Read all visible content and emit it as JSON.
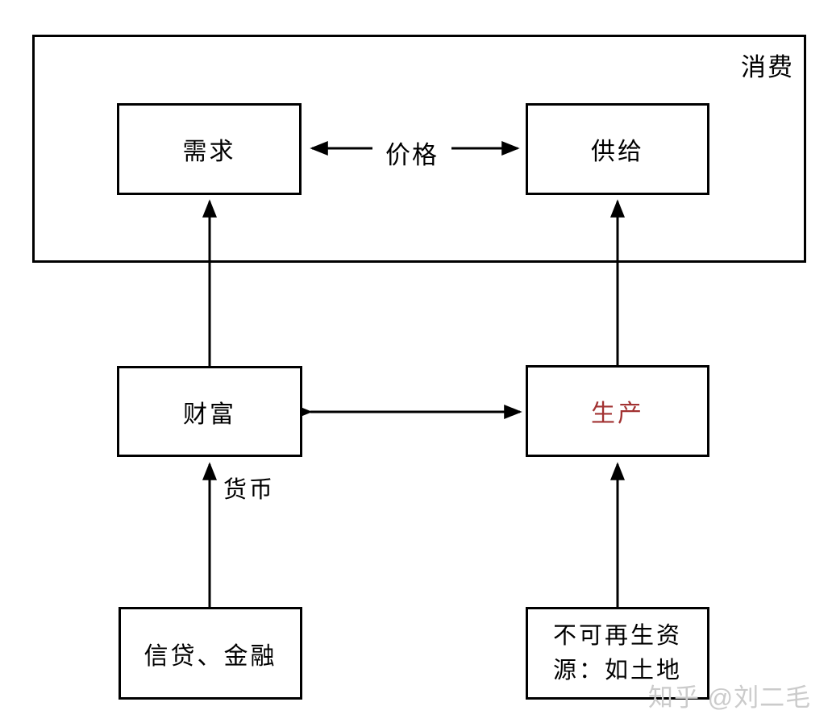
{
  "diagram": {
    "region": {
      "label": "消费"
    },
    "nodes": {
      "demand": {
        "label": "需求"
      },
      "supply": {
        "label": "供给"
      },
      "wealth": {
        "label": "财富"
      },
      "production": {
        "label": "生产"
      },
      "credit_finance": {
        "label": "信贷、金融"
      },
      "nonrenewable_resources": {
        "label": "不可再生资\n源：如土地"
      }
    },
    "edge_labels": {
      "price": "价格",
      "currency": "货币"
    },
    "edges": [
      "demand <-> supply (价格)",
      "wealth <-> production",
      "wealth -> demand",
      "production -> supply",
      "credit_finance -> wealth (货币)",
      "nonrenewable_resources -> production"
    ],
    "colors": {
      "line": "#000000",
      "box_border": "#000000",
      "background": "#ffffff",
      "production_text": "#a23232",
      "watermark": "#cbcbcb"
    },
    "watermark": {
      "text": "知乎 @刘二毛"
    }
  }
}
